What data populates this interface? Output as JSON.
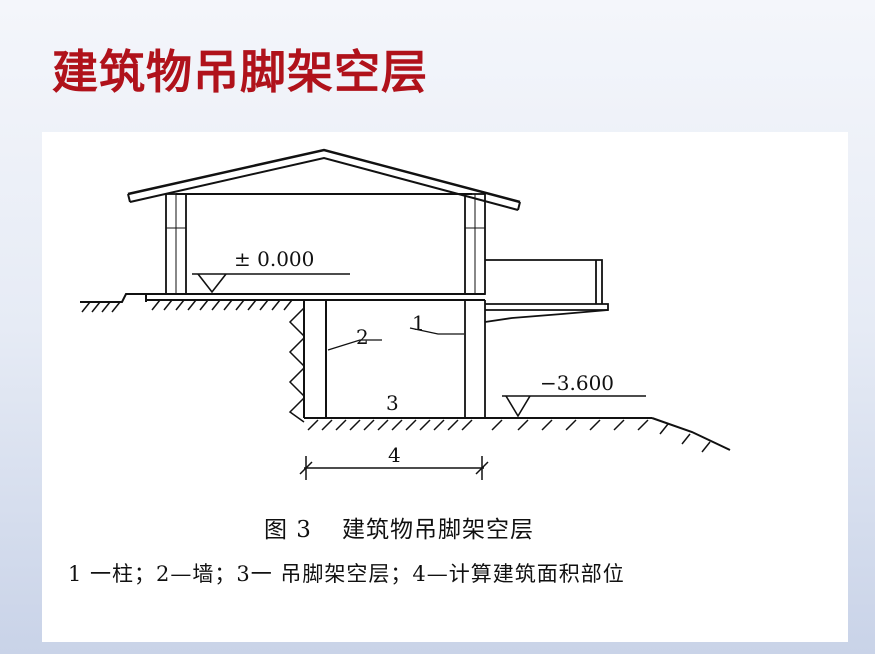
{
  "slide": {
    "title": "建筑物吊脚架空层"
  },
  "figure": {
    "elevations": {
      "floor": "± 0.000",
      "basement": "−3.600"
    },
    "part_labels": {
      "column": "1",
      "wall": "2",
      "space": "3",
      "area": "4"
    },
    "caption": {
      "number": "图 3",
      "title": "建筑物吊脚架空层"
    },
    "legend": "1 一柱；2—墙；3一 吊脚架空层；4—计算建筑面积部位"
  }
}
